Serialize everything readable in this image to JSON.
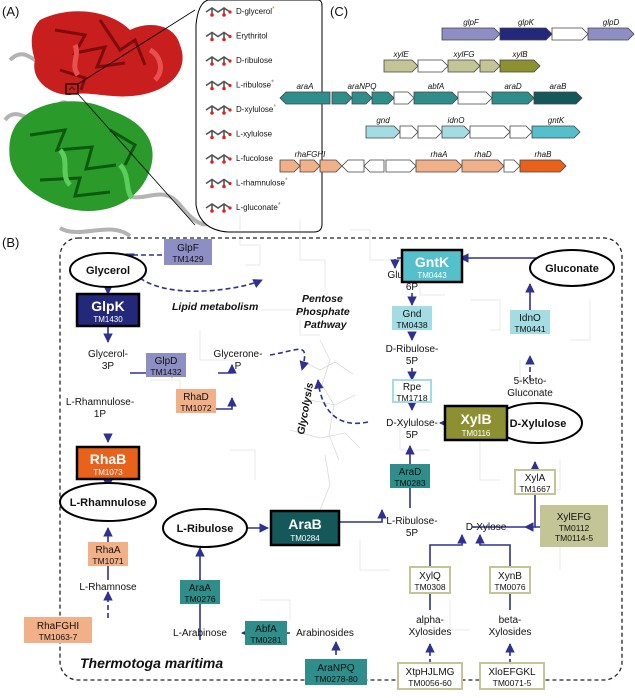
{
  "panels": {
    "a": "(A)",
    "b": "(B)",
    "c": "(C)"
  },
  "panel_a": {
    "ligands": [
      {
        "label": "D-glycerol",
        "star": "*",
        "star_color": "#b9962a"
      },
      {
        "label": "Erythritol",
        "star": "",
        "star_color": ""
      },
      {
        "label": "D-ribulose",
        "star": "",
        "star_color": ""
      },
      {
        "label": "L-ribulose",
        "star": "*",
        "star_color": "#6d6d6d"
      },
      {
        "label": "D-xylulose",
        "star": "*",
        "star_color": "#b9962a"
      },
      {
        "label": "L-xylulose",
        "star": "",
        "star_color": ""
      },
      {
        "label": "L-fucolose",
        "star": "",
        "star_color": ""
      },
      {
        "label": "L-rhamnulose",
        "star": "*",
        "star_color": "#d07a30"
      },
      {
        "label": "L-gluconate",
        "star": "*",
        "star_color": "#6d6d6d"
      }
    ]
  },
  "panel_c": {
    "rows": [
      {
        "labels": [
          "glpF",
          "glpK",
          "glpD"
        ]
      },
      {
        "labels": [
          "xylE",
          "xylFG",
          "xylB"
        ]
      },
      {
        "labels": [
          "araA",
          "araNPQ",
          "abfA",
          "araD",
          "araB"
        ]
      },
      {
        "labels": [
          "gnd",
          "idnO",
          "gntK"
        ]
      },
      {
        "labels": [
          "rhaFGHI",
          "rhaA",
          "rhaD",
          "rhaB"
        ]
      }
    ]
  },
  "panel_b": {
    "title": "Thermotoga maritima",
    "annotations": {
      "lipid": "Lipid metabolism",
      "ppp": [
        "Pentose",
        "Phosphate",
        "Pathway"
      ],
      "glycolysis": "Glycolysis"
    },
    "nodes": {
      "glycerol": "Glycerol",
      "gluconate": "Gluconate",
      "rhamnulose": "L-Rhamnulose",
      "ribulose": "L-Ribulose",
      "xylulose": "D-Xylulose"
    },
    "metabolites": {
      "glycerol3p": [
        "Glycerol-",
        "3P"
      ],
      "glyceronep": [
        "Glycerone-",
        "P"
      ],
      "rhamnulose1p": [
        "L-Rhamnulose-",
        "1P"
      ],
      "rhamnose": "L-Rhamnose",
      "arabinose": "L-Arabinose",
      "arabinosides": "Arabinosides",
      "gluconate6p": [
        "Gluconate-",
        "6P"
      ],
      "ribulose5p": [
        "D-Ribulose-",
        "5P"
      ],
      "xylulose5p": [
        "D-Xylulose-",
        "5P"
      ],
      "lribulose5p": [
        "L-Ribulose-",
        "5P"
      ],
      "ketogluconate": [
        "5-Keto-",
        "Gluconate"
      ],
      "xylose": "D-Xylose",
      "alphaxyl": [
        "alpha-",
        "Xylosides"
      ],
      "betaxyl": [
        "beta-",
        "Xylosides"
      ]
    },
    "enzymes": {
      "glpf": {
        "name": "GlpF",
        "id": "TM1429"
      },
      "glpk": {
        "name": "GlpK",
        "id": "TM1430"
      },
      "glpd": {
        "name": "GlpD",
        "id": "TM1432"
      },
      "rhad": {
        "name": "RhaD",
        "id": "TM1072"
      },
      "rhab": {
        "name": "RhaB",
        "id": "TM1073"
      },
      "rhaa": {
        "name": "RhaA",
        "id": "TM1071"
      },
      "rhafghi": {
        "name": "RhaFGHI",
        "id": "TM1063-7"
      },
      "gntk": {
        "name": "GntK",
        "id": "TM0443"
      },
      "gnd": {
        "name": "Gnd",
        "id": "TM0438"
      },
      "rpe": {
        "name": "Rpe",
        "id": "TM1718"
      },
      "idno": {
        "name": "IdnO",
        "id": "TM0441"
      },
      "xylb": {
        "name": "XylB",
        "id": "TM0116"
      },
      "arad": {
        "name": "AraD",
        "id": "TM0283"
      },
      "arab": {
        "name": "AraB",
        "id": "TM0284"
      },
      "araa": {
        "name": "AraA",
        "id": "TM0276"
      },
      "abfa": {
        "name": "AbfA",
        "id": "TM0281"
      },
      "aranpq": {
        "name": "AraNPQ",
        "id": "TM0278-80"
      },
      "xyla": {
        "name": "XylA",
        "id": "TM1667"
      },
      "xylefg": {
        "name": "XylEFG",
        "id": "TM0112",
        "id2": "TM0114-5"
      },
      "xylq": {
        "name": "XylQ",
        "id": "TM0308"
      },
      "xynb": {
        "name": "XynB",
        "id": "TM0076"
      },
      "xtp": {
        "name": "XtpHJLMG",
        "id": "TM0056-60"
      },
      "xlo": {
        "name": "XloEFGKL",
        "id": "TM0071-5"
      }
    }
  },
  "colors": {
    "glp": "#8d8ec4",
    "glp_dark": "#23287a",
    "xyl": "#c3c597",
    "xyl_dark": "#8c9030",
    "ara": "#2f8d8a",
    "ara_dark": "#14585a",
    "gnt": "#a3dde3",
    "gnt_dark": "#55bfcc",
    "rha": "#f2b089",
    "rha_dark": "#e8621c",
    "arrow": "#2e3192"
  }
}
